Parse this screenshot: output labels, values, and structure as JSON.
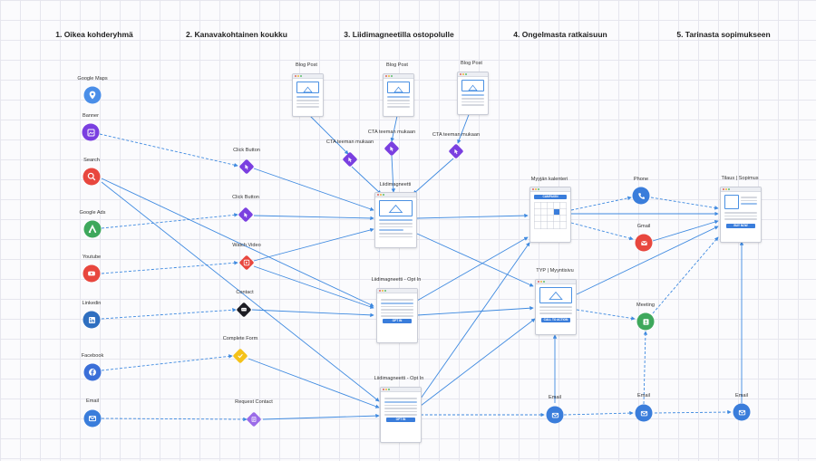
{
  "colors": {
    "blue": "#4a8ee8",
    "purple": "#7a3fe0",
    "red": "#e8473e",
    "green": "#3ea85c",
    "black": "#1d1d24",
    "yellow": "#f4c21a",
    "line": "#3f8ae0"
  },
  "columns": [
    "1. Oikea kohderyhmä",
    "2. Kanavakohtainen koukku",
    "3. Liidimagneetilla ostopolulle",
    "4. Ongelmasta ratkaisuun",
    "5. Tarinasta sopimukseen"
  ],
  "sources": [
    {
      "label": "Google Maps",
      "icon": "map-pin-icon"
    },
    {
      "label": "Banner",
      "icon": "banner-icon"
    },
    {
      "label": "Search",
      "icon": "search-icon"
    },
    {
      "label": "Google Ads",
      "icon": "google-ads-icon"
    },
    {
      "label": "Youtube",
      "icon": "youtube-icon"
    },
    {
      "label": "Linkedin",
      "icon": "linkedin-icon"
    },
    {
      "label": "Facebook",
      "icon": "facebook-icon"
    },
    {
      "label": "Email",
      "icon": "email-icon"
    }
  ],
  "hooks": [
    {
      "label": "Click Button",
      "icon": "pointer-icon"
    },
    {
      "label": "Click Button",
      "icon": "pointer-icon"
    },
    {
      "label": "Watch Video",
      "icon": "video-icon"
    },
    {
      "label": "Contact",
      "icon": "chat-icon"
    },
    {
      "label": "Complete Form",
      "icon": "check-icon"
    },
    {
      "label": "Request Contact",
      "icon": "form-icon"
    }
  ],
  "blog_posts": [
    "Blog Post",
    "Blog Post",
    "Blog Post"
  ],
  "cta_nodes": [
    "CTA teeman mukaan",
    "CTA teeman mukaan",
    "CTA teeman mukaan"
  ],
  "pages": {
    "lead_magnet": {
      "label": "Liidimagneetti"
    },
    "optin_1": {
      "label": "Liidimagneetti - Opt In",
      "button": "OPT IN"
    },
    "optin_2": {
      "label": "Liidimagneetti - Opt In",
      "button": "OPT IN"
    },
    "calendar": {
      "label": "Myyjän kalenteri",
      "button": "CAMPAIGN"
    },
    "typ": {
      "label": "TYP | Myyntisivu",
      "button": "CALL TO ACTION"
    },
    "order": {
      "label": "Tilaus | Sopimus",
      "button": "BUY NOW"
    }
  },
  "step4_nodes": {
    "phone": "Phone",
    "gmail": "Gmail",
    "meeting": "Meeting"
  },
  "email_nodes": [
    "Email",
    "Email",
    "Email"
  ]
}
